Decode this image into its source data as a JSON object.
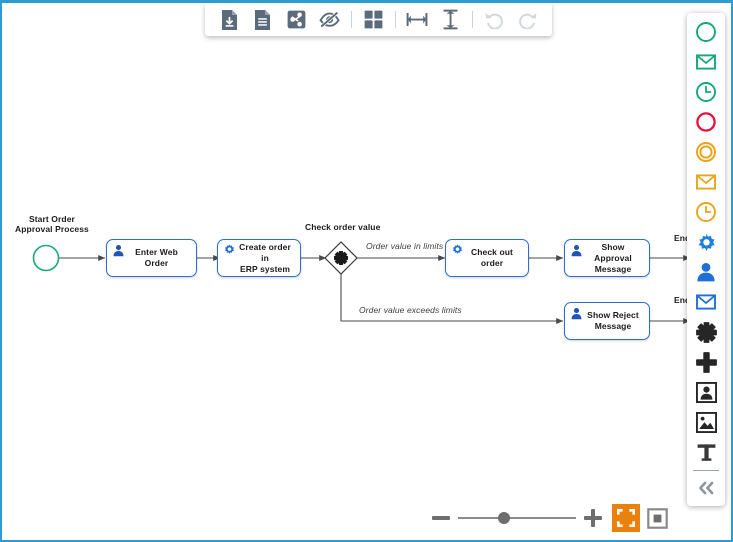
{
  "app": {
    "border_color": "#2d9cd2",
    "canvas_background": "#ffffff"
  },
  "toolbar": {
    "buttons": [
      {
        "name": "download-file-icon",
        "label": "Download"
      },
      {
        "name": "document-icon",
        "label": "Document"
      },
      {
        "name": "share-icon",
        "label": "Share"
      },
      {
        "name": "hide-eye-icon",
        "label": "Hide"
      },
      {
        "name": "grid-icon",
        "label": "Grid"
      },
      {
        "name": "distribute-horizontal-icon",
        "label": "Distribute horizontally"
      },
      {
        "name": "distribute-vertical-icon",
        "label": "Distribute vertically"
      },
      {
        "name": "undo-icon",
        "label": "Undo"
      },
      {
        "name": "redo-icon",
        "label": "Redo"
      }
    ]
  },
  "diagram": {
    "type": "bpmn",
    "start_event": {
      "label": "Start Order\nApproval Process",
      "label_line1": "Start Order",
      "label_line2": "Approval Process",
      "color": "#19a974"
    },
    "gateway": {
      "label": "Check order value",
      "marker": "complex-cross"
    },
    "tasks": [
      {
        "id": "enter-web-order",
        "label": "Enter Web Order",
        "icon": "user-task-icon",
        "icon_color": "#1f55b8"
      },
      {
        "id": "create-order-erp",
        "label": "Create order in ERP system",
        "line1": "Create order in",
        "line2": "ERP system",
        "icon": "service-task-icon",
        "icon_color": "#1f6fe0"
      },
      {
        "id": "check-out-order",
        "label": "Check out order",
        "icon": "service-task-icon",
        "icon_color": "#1f6fe0"
      },
      {
        "id": "show-approval-message",
        "label": "Show Approval Message",
        "line1": "Show Approval",
        "line2": "Message",
        "icon": "user-task-icon",
        "icon_color": "#1f55b8"
      },
      {
        "id": "show-reject-message",
        "label": "Show Reject Message",
        "line1": "Show Reject",
        "line2": "Message",
        "icon": "user-task-icon",
        "icon_color": "#1f55b8"
      }
    ],
    "flow_labels": [
      {
        "id": "flow-in-limits",
        "label": "Order value in limits"
      },
      {
        "id": "flow-exceeds-limits",
        "label": "Order value exceeds limits"
      }
    ],
    "end_events": [
      {
        "id": "end-approved",
        "label": "End ap",
        "color": "#e0214e"
      },
      {
        "id": "end-rejected",
        "label": "End re",
        "color": "#e0214e"
      }
    ]
  },
  "palette": {
    "items": [
      {
        "name": "start-event-icon",
        "label": "Start event",
        "color": "#12a87a"
      },
      {
        "name": "message-start-event-icon",
        "label": "Message start event",
        "color": "#12a87a"
      },
      {
        "name": "timer-start-event-icon",
        "label": "Timer start event",
        "color": "#12a87a"
      },
      {
        "name": "end-event-icon",
        "label": "End event",
        "color": "#e8123f"
      },
      {
        "name": "intermediate-event-icon",
        "label": "Intermediate event",
        "color": "#e8a41a"
      },
      {
        "name": "message-intermediate-event-icon",
        "label": "Message intermediate event",
        "color": "#e8a41a"
      },
      {
        "name": "timer-intermediate-event-icon",
        "label": "Timer intermediate event",
        "color": "#e8a41a"
      },
      {
        "name": "service-task-icon",
        "label": "Service task",
        "color": "#1f7fe0"
      },
      {
        "name": "user-task-icon",
        "label": "User task",
        "color": "#1f6fd8"
      },
      {
        "name": "message-task-icon",
        "label": "Message task",
        "color": "#1f6fd8"
      },
      {
        "name": "complex-gateway-icon",
        "label": "Complex gateway",
        "color": "#262626"
      },
      {
        "name": "parallel-gateway-icon",
        "label": "Parallel gateway",
        "color": "#262626"
      },
      {
        "name": "pool-icon",
        "label": "Pool",
        "color": "#262626"
      },
      {
        "name": "image-icon",
        "label": "Image",
        "color": "#262626"
      },
      {
        "name": "text-icon",
        "label": "Text",
        "color": "#3a3a3a"
      },
      {
        "name": "collapse-palette-icon",
        "label": "Collapse",
        "color": "#8d949b"
      }
    ]
  },
  "zoom_controls": {
    "zoom_out_label": "Zoom out",
    "zoom_in_label": "Zoom in",
    "slider_position_percent": 34,
    "fit_to_screen_label": "Fit to screen",
    "fit_to_screen_active": true,
    "fit_to_screen_color": "#e8820c",
    "frame_label": "Actual size"
  }
}
